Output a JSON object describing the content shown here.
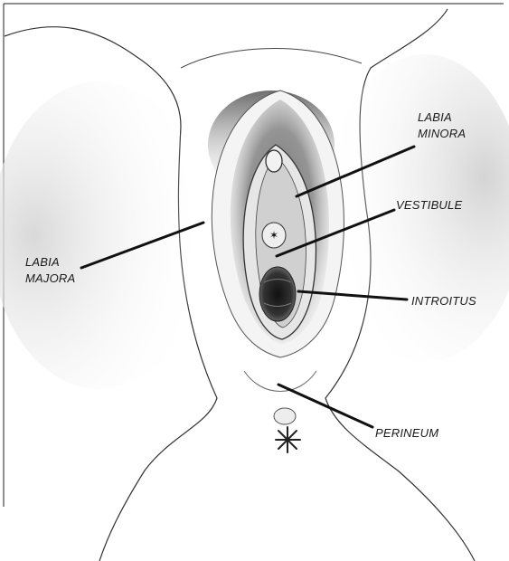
{
  "labels": {
    "labia_minora": [
      "LABIA",
      "MINORA"
    ],
    "vestibule": "VESTIBULE",
    "labia_majora": [
      "LABIA",
      "MAJORA"
    ],
    "introitus": "INTROITUS",
    "perineum": "PERINEUM"
  }
}
